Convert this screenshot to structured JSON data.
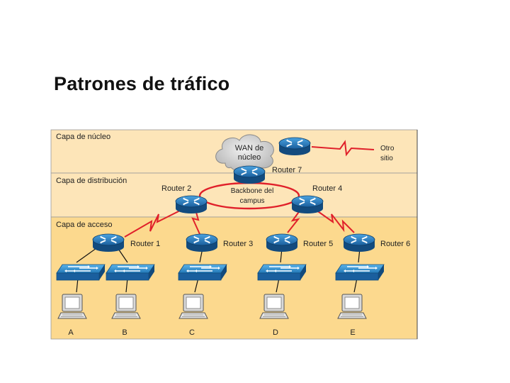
{
  "slide": {
    "title": "Patrones de tráfico"
  },
  "layers": [
    {
      "label": "Capa de núcleo"
    },
    {
      "label": "Capa de distribución"
    },
    {
      "label": "Capa de acceso"
    }
  ],
  "clouds": {
    "wan_line1": "WAN de",
    "wan_line2": "núcleo"
  },
  "backbone": {
    "line1": "Backbone del",
    "line2": "campus"
  },
  "remote_site": {
    "line1": "Otro",
    "line2": "sitio"
  },
  "routers": [
    {
      "label": "Router 7"
    },
    {
      "label": "Router 2"
    },
    {
      "label": "Router 4"
    },
    {
      "label": "Router 1"
    },
    {
      "label": "Router 3"
    },
    {
      "label": "Router 5"
    },
    {
      "label": "Router 6"
    }
  ],
  "hosts": [
    {
      "label": "A"
    },
    {
      "label": "B"
    },
    {
      "label": "C"
    },
    {
      "label": "D"
    },
    {
      "label": "E"
    }
  ],
  "colors": {
    "layer_bg": "#fde3b0",
    "access_bg": "#fcd98e",
    "router_blue": "#1f6fb5",
    "wan_red": "#e0202a",
    "switch_blue": "#2b8fd0"
  }
}
